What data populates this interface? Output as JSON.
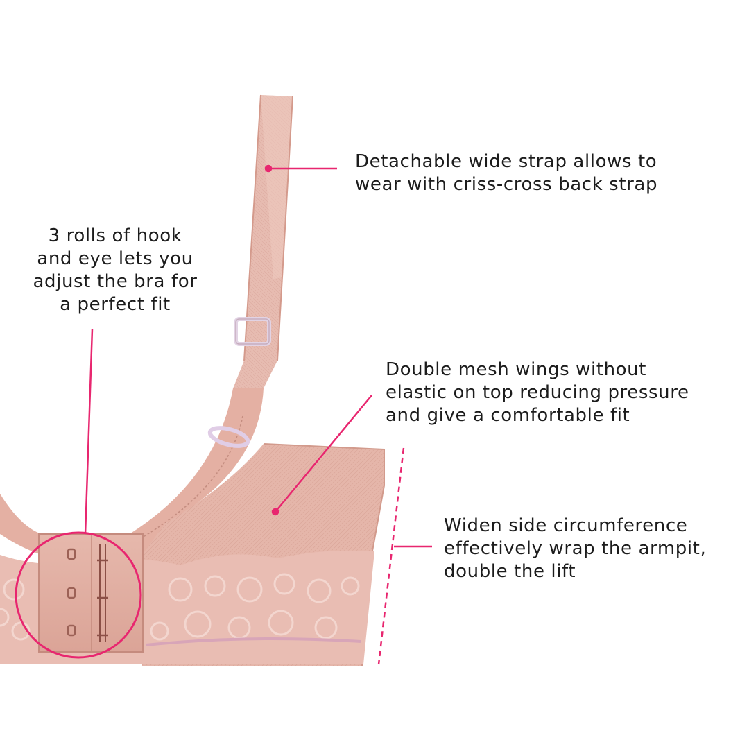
{
  "colors": {
    "background": "#ffffff",
    "accent": "#e8266f",
    "fabric": "#e4b2a6",
    "fabric_dark": "#c98f82",
    "lace": "#eec5bc",
    "text": "#1c1c1c"
  },
  "callouts": {
    "strap": {
      "lines": [
        "Detachable wide strap allows to",
        "wear with criss-cross back strap"
      ]
    },
    "hook": {
      "lines": [
        "3 rolls of hook",
        "and eye lets you",
        "adjust the bra for",
        "a perfect fit"
      ]
    },
    "mesh": {
      "lines": [
        "Double mesh wings without",
        "elastic on top reducing pressure",
        "and give a comfortable fit"
      ]
    },
    "side": {
      "lines": [
        "Widen side circumference",
        "effectively wrap the armpit,",
        "double the lift"
      ]
    }
  },
  "icons": [
    "hook-and-eye-icon",
    "strap-slider-icon",
    "strap-ring-icon"
  ]
}
